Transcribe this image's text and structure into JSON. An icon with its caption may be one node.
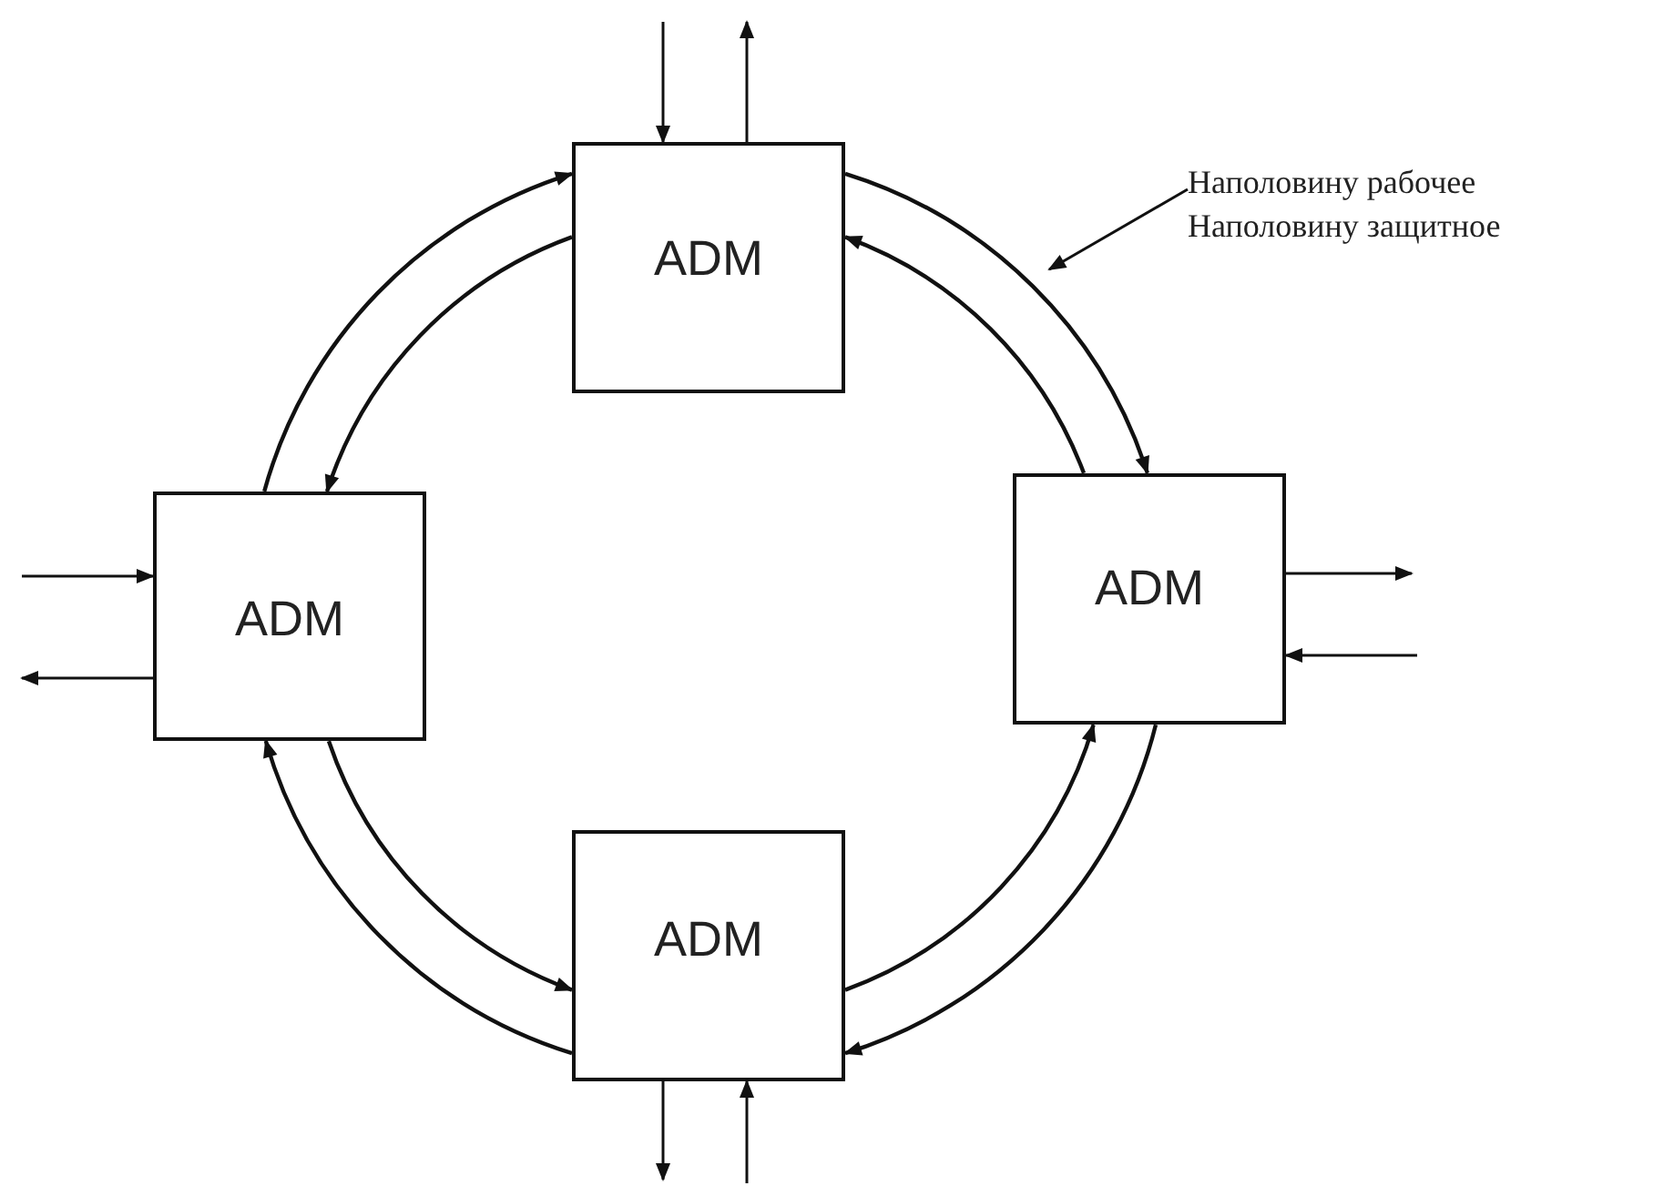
{
  "diagram": {
    "nodes": [
      {
        "text": [
          "ADM"
        ]
      },
      {
        "text": [
          "ADM"
        ]
      },
      {
        "text": [
          "ADM"
        ]
      },
      {
        "text": [
          "ADM"
        ]
      },
      {
        "text": [
          "Наполовину рабочее",
          "Наполовину защитное"
        ]
      }
    ],
    "edges": [
      {
        "from": 1,
        "to": 0,
        "arrow": "to"
      },
      {
        "from": 0,
        "to": 1,
        "arrow": "to"
      },
      {
        "from": 0,
        "to": 2,
        "arrow": "to"
      },
      {
        "from": 2,
        "to": 0,
        "arrow": "to"
      },
      {
        "from": 2,
        "to": 3,
        "arrow": "to"
      },
      {
        "from": 3,
        "to": 2,
        "arrow": "to"
      },
      {
        "from": 3,
        "to": 1,
        "arrow": "to"
      },
      {
        "from": 1,
        "to": 3,
        "arrow": "to"
      },
      {
        "from": null,
        "to": 0,
        "arrow": "to"
      },
      {
        "from": 0,
        "to": null,
        "arrow": "to"
      },
      {
        "from": null,
        "to": 1,
        "arrow": "to"
      },
      {
        "from": 1,
        "to": null,
        "arrow": "to"
      },
      {
        "from": 2,
        "to": null,
        "arrow": "to"
      },
      {
        "from": null,
        "to": 2,
        "arrow": "to"
      },
      {
        "from": 3,
        "to": null,
        "arrow": "to"
      },
      {
        "from": null,
        "to": 3,
        "arrow": "to"
      },
      {
        "from": 4,
        "to": null,
        "arrow": "to"
      }
    ]
  }
}
